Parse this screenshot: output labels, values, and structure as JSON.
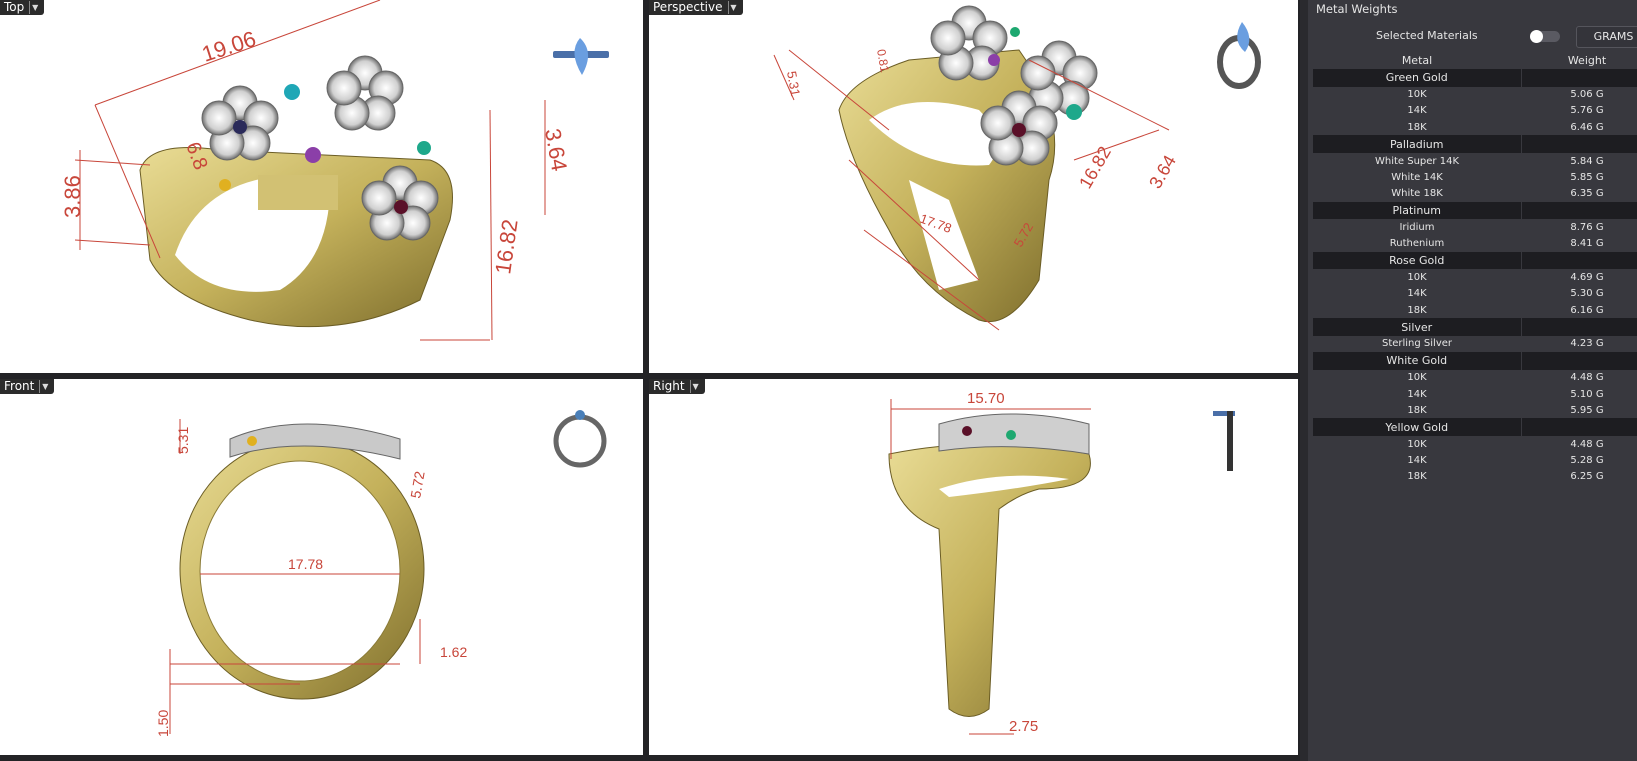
{
  "viewports": {
    "top": {
      "label": "Top",
      "dims": [
        "19.06",
        "3.86",
        "3.64",
        "16.82",
        "6.8"
      ]
    },
    "perspective": {
      "label": "Perspective",
      "dims": [
        "5.31",
        "0.81",
        "16.82",
        "3.64",
        "17.78",
        "5.72"
      ]
    },
    "front": {
      "label": "Front",
      "dims": [
        "5.31",
        "5.72",
        "17.78",
        "1.62",
        "1.50"
      ]
    },
    "right": {
      "label": "Right",
      "dims": [
        "15.70",
        "2.75"
      ]
    }
  },
  "colors": {
    "gold": "#c9b765",
    "dimension": "#c8463a",
    "panel_bg": "#38383e",
    "group_bg": "#1d1d21"
  },
  "panel": {
    "title": "Metal Weights",
    "selected_materials_label": "Selected Materials",
    "selected_materials_on": false,
    "units_button": "GRAMS",
    "columns": [
      "Metal",
      "Weight"
    ],
    "groups": [
      {
        "name": "Green Gold",
        "rows": [
          [
            "10K",
            "5.06 G"
          ],
          [
            "14K",
            "5.76 G"
          ],
          [
            "18K",
            "6.46 G"
          ]
        ]
      },
      {
        "name": "Palladium",
        "rows": [
          [
            "White Super 14K",
            "5.84 G"
          ],
          [
            "White 14K",
            "5.85 G"
          ],
          [
            "White 18K",
            "6.35 G"
          ]
        ]
      },
      {
        "name": "Platinum",
        "rows": [
          [
            "Iridium",
            "8.76 G"
          ],
          [
            "Ruthenium",
            "8.41 G"
          ]
        ]
      },
      {
        "name": "Rose Gold",
        "rows": [
          [
            "10K",
            "4.69 G"
          ],
          [
            "14K",
            "5.30 G"
          ],
          [
            "18K",
            "6.16 G"
          ]
        ]
      },
      {
        "name": "Silver",
        "rows": [
          [
            "Sterling Silver",
            "4.23 G"
          ]
        ]
      },
      {
        "name": "White Gold",
        "rows": [
          [
            "10K",
            "4.48 G"
          ],
          [
            "14K",
            "5.10 G"
          ],
          [
            "18K",
            "5.95 G"
          ]
        ]
      },
      {
        "name": "Yellow Gold",
        "rows": [
          [
            "10K",
            "4.48 G"
          ],
          [
            "14K",
            "5.28 G"
          ],
          [
            "18K",
            "6.25 G"
          ]
        ]
      }
    ]
  }
}
